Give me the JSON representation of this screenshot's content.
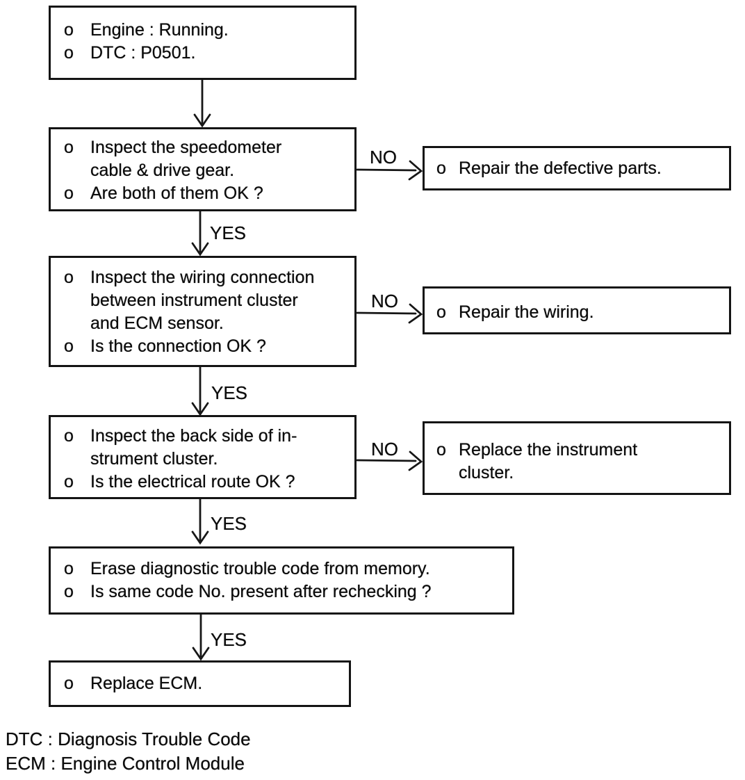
{
  "diagram": {
    "type": "flowchart",
    "topic": "DTC P0501 diagnostic procedure",
    "ink_color": "#141414",
    "background_color": "#ffffff"
  },
  "connectors": {
    "yes": "YES",
    "no": "NO"
  },
  "nodes": {
    "start": {
      "rows": [
        {
          "b": "o",
          "t": "Engine : Running."
        },
        {
          "b": "o",
          "t": "DTC : P0501."
        }
      ]
    },
    "check_speedometer": {
      "rows": [
        {
          "b": "o",
          "t": "Inspect the speedometer"
        },
        {
          "b": "",
          "t": "cable & drive gear."
        },
        {
          "b": "o",
          "t": "Are both of them OK ?"
        }
      ]
    },
    "repair_parts": {
      "rows": [
        {
          "b": "o",
          "t": "Repair the defective parts."
        }
      ]
    },
    "check_wiring": {
      "rows": [
        {
          "b": "o",
          "t": "Inspect the wiring connection"
        },
        {
          "b": "",
          "t": "between instrument cluster"
        },
        {
          "b": "",
          "t": "and ECM sensor."
        },
        {
          "b": "o",
          "t": "Is the connection OK ?"
        }
      ]
    },
    "repair_wiring": {
      "rows": [
        {
          "b": "o",
          "t": "Repair the wiring."
        }
      ]
    },
    "check_cluster_back": {
      "rows": [
        {
          "b": "o",
          "t": "Inspect the back side of in-"
        },
        {
          "b": "",
          "t": "strument cluster."
        },
        {
          "b": "o",
          "t": "Is the electrical route OK ?"
        }
      ]
    },
    "replace_cluster": {
      "rows": [
        {
          "b": "o",
          "t": "Replace the instrument"
        },
        {
          "b": "",
          "t": "cluster."
        }
      ]
    },
    "erase_dtc": {
      "rows": [
        {
          "b": "o",
          "t": "Erase diagnostic trouble code from memory."
        },
        {
          "b": "o",
          "t": "Is same code No. present after rechecking ?"
        }
      ]
    },
    "replace_ecm": {
      "rows": [
        {
          "b": "o",
          "t": "Replace ECM."
        }
      ]
    }
  },
  "footnotes": {
    "line1": "DTC : Diagnosis Trouble Code",
    "line2": "ECM : Engine Control Module"
  }
}
